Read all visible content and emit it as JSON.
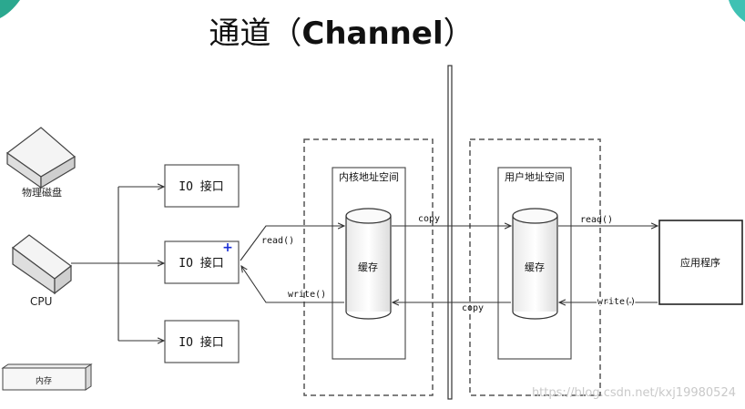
{
  "title": {
    "prefix": "通道（",
    "main": "Channel",
    "suffix": "）"
  },
  "hardware": {
    "disk_label": "物理磁盘",
    "cpu_label": "CPU",
    "memory_label": "内存"
  },
  "io_ports": [
    "IO 接口",
    "IO 接口",
    "IO 接口"
  ],
  "kernel_space": {
    "label": "内核地址空间",
    "buffer": "缓存"
  },
  "user_space": {
    "label": "用户地址空间",
    "buffer": "缓存"
  },
  "application": "应用程序",
  "arrows": {
    "read_in": "read()",
    "write_out": "write()",
    "copy_top": "copy",
    "copy_bottom": "copy",
    "app_read": "read()",
    "app_write": "write()"
  },
  "watermark": "https://blog.csdn.net/kxj19980524",
  "colors": {
    "line": "#333333",
    "dashed": "#555555",
    "accent_left": "#2ba88f",
    "accent_right": "#3fc1b3",
    "cursor": "#1a2fd6"
  }
}
